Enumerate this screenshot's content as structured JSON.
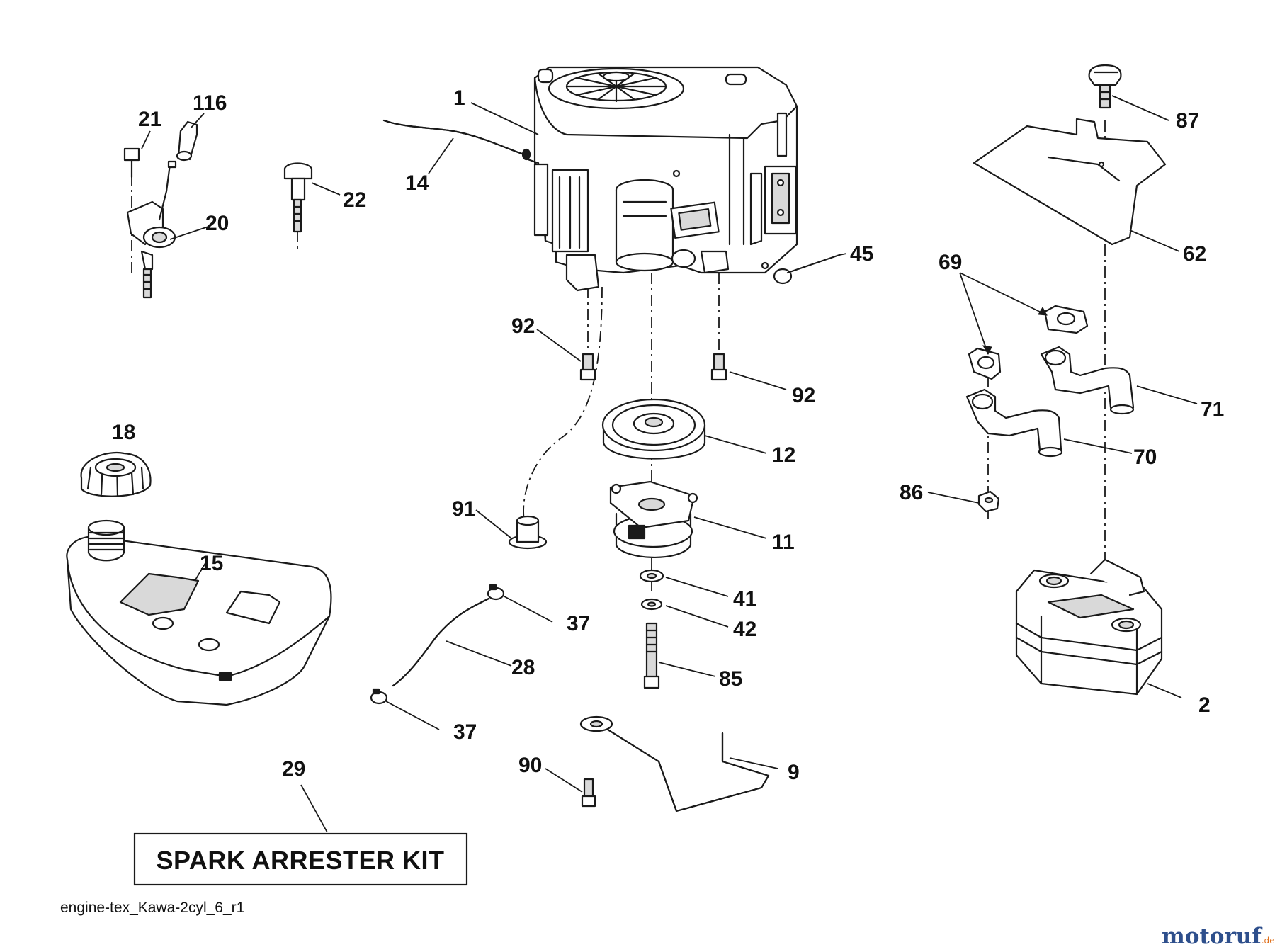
{
  "callouts": {
    "c1": "1",
    "c2": "2",
    "c9": "9",
    "c11": "11",
    "c12": "12",
    "c14": "14",
    "c15": "15",
    "c18": "18",
    "c20": "20",
    "c21": "21",
    "c22": "22",
    "c28": "28",
    "c29": "29",
    "c37a": "37",
    "c37b": "37",
    "c41": "41",
    "c42": "42",
    "c45": "45",
    "c62": "62",
    "c69": "69",
    "c70": "70",
    "c71": "71",
    "c85": "85",
    "c86": "86",
    "c87": "87",
    "c90": "90",
    "c91": "91",
    "c92a": "92",
    "c92b": "92",
    "c116": "116"
  },
  "kit_label": "SPARK ARRESTER KIT",
  "diagram_ref": "engine-tex_Kawa-2cyl_6_r1",
  "watermark": {
    "brand": "motoruf",
    "suffix": ".de",
    "brand_color": "#2e4f8c",
    "accent_color": "#e0701c"
  }
}
